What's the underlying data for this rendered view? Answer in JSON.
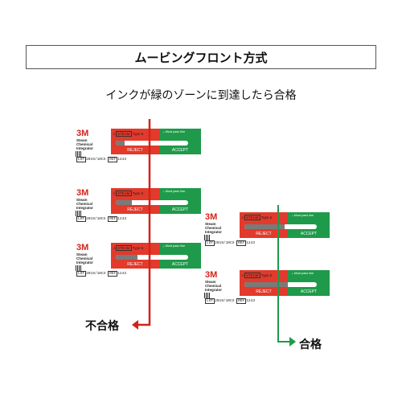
{
  "header": {
    "title": "ムービングフロント方式"
  },
  "subtitle": "インクが緑のゾーンに到達したら合格",
  "indicator": {
    "logo": "3M",
    "product_lines": [
      "Steam",
      "Chemical",
      "Integrator"
    ],
    "steam_label": "STEAM",
    "type_label": "Type 5",
    "must_pass_line": "←Must pass line",
    "reject_label": "REJECT",
    "accept_label": "ACCEPT",
    "lot_prefix": "LOT",
    "lot_code": "2019/10CX",
    "ref_prefix": "REF",
    "ref_code": "1243"
  },
  "results": {
    "fail_label": "不合格",
    "pass_label": "合格"
  },
  "colors": {
    "reject_red": "#e23a2b",
    "accept_green": "#1f9a4a",
    "fail_line": "#d2231a",
    "pass_line": "#1f9a4a"
  },
  "strips_left_ink_fraction": [
    0.12,
    0.22,
    0.3
  ],
  "strips_right_ink_fraction": [
    0.55,
    0.6
  ]
}
